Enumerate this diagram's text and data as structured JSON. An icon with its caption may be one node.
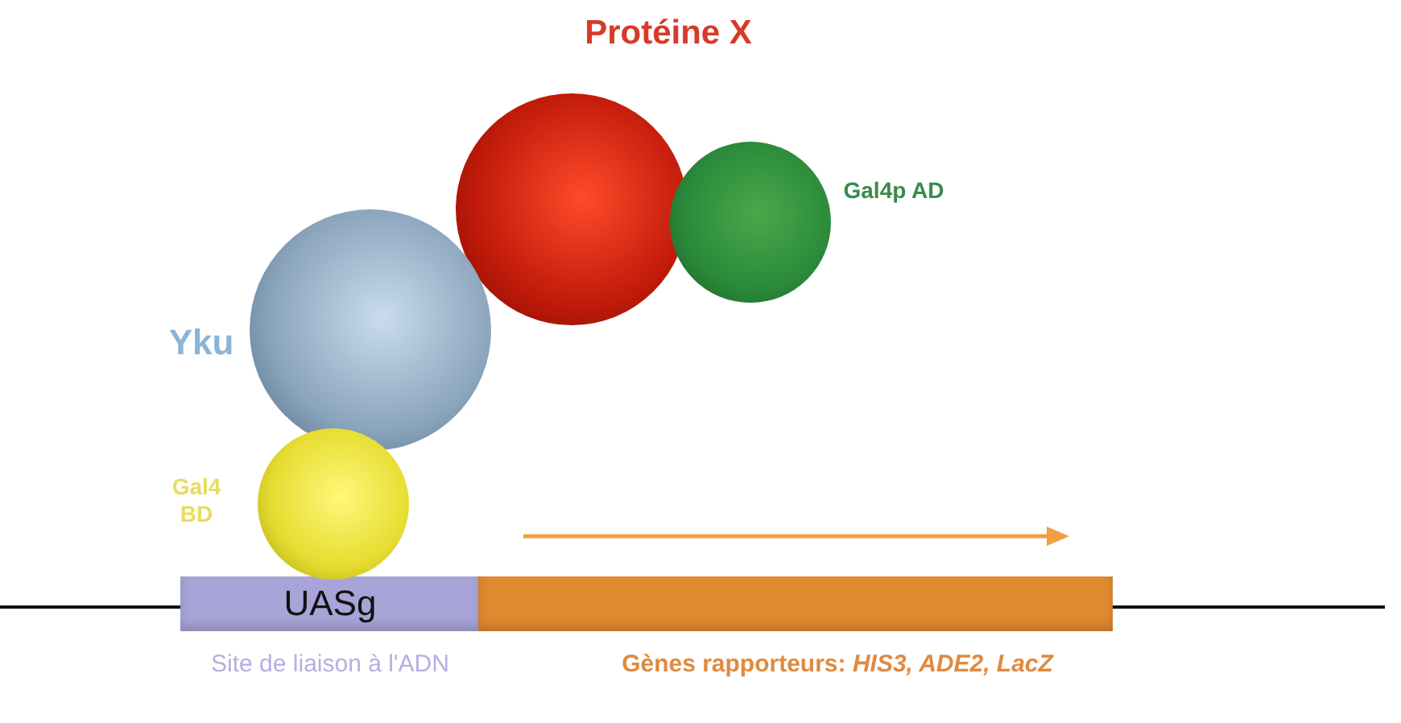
{
  "diagram": {
    "nodes": [
      {
        "text": [],
        "shape": "circle",
        "beside": [
          "Protéine X"
        ]
      },
      {
        "text": [],
        "shape": "circle",
        "beside": [
          "Gal4p AD"
        ]
      },
      {
        "text": [],
        "shape": "circle",
        "beside": [
          "Yku"
        ]
      },
      {
        "text": [],
        "shape": "circle",
        "beside": [
          "Gal4 BD"
        ]
      },
      {
        "text": [
          "UASg"
        ],
        "beside": [
          "Site de liaison à l'ADN"
        ]
      },
      {
        "text": [],
        "shape": "bar",
        "beside": [
          "Gènes rapporteurs: *HIS3, ADE2, LacZ*"
        ]
      }
    ]
  }
}
